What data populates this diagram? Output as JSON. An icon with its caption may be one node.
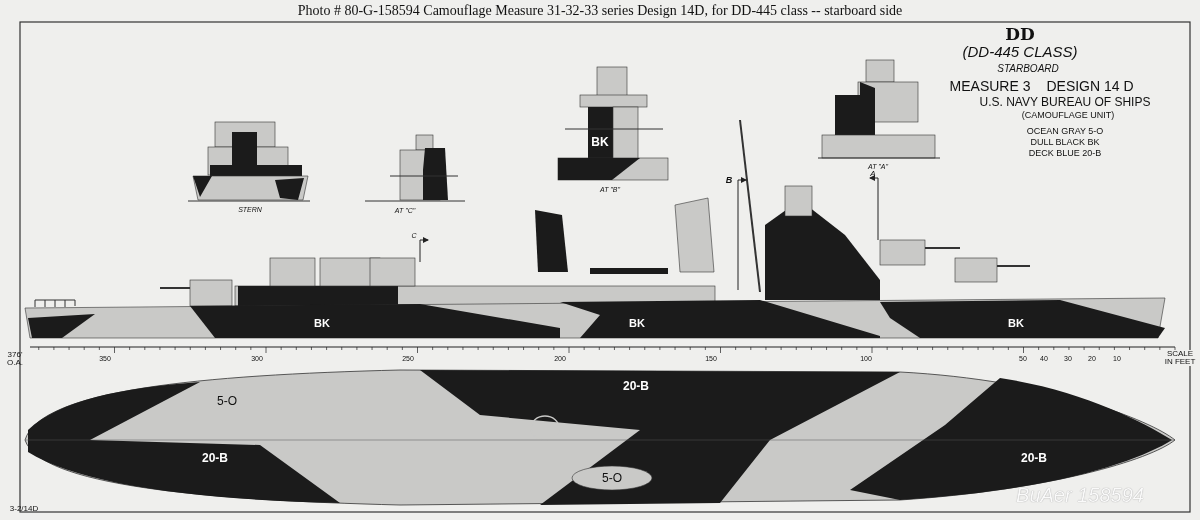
{
  "diagram": {
    "title": "Photo # 80-G-158594 Camouflage Measure 31-32-33 series Design 14D, for DD-445 class -- starboard side",
    "labels": [
      "DD",
      "(DD-445 CLASS)",
      "STARBOARD",
      "MEASURE 3",
      "DESIGN 14 D",
      "U.S. NAVY BUREAU OF SHIPS",
      "(CAMOUFLAGE UNIT)",
      "OCEAN GRAY 5-O",
      "DULL BLACK BK",
      "DECK BLUE 20-B",
      "BK",
      "STERN",
      "AT \"C\"",
      "AT \"B\"",
      "AT \"A\"",
      "C",
      "B",
      "A",
      "BK",
      "BK",
      "BK",
      "376' O.A.",
      "350",
      "300",
      "250",
      "200",
      "150",
      "100",
      "50",
      "40",
      "30",
      "20",
      "10",
      "SCALE IN FEET",
      "20-B",
      "5-O",
      "20-B",
      "20-B",
      "5-O",
      "3-2/14D",
      "BuAer 158594"
    ]
  }
}
